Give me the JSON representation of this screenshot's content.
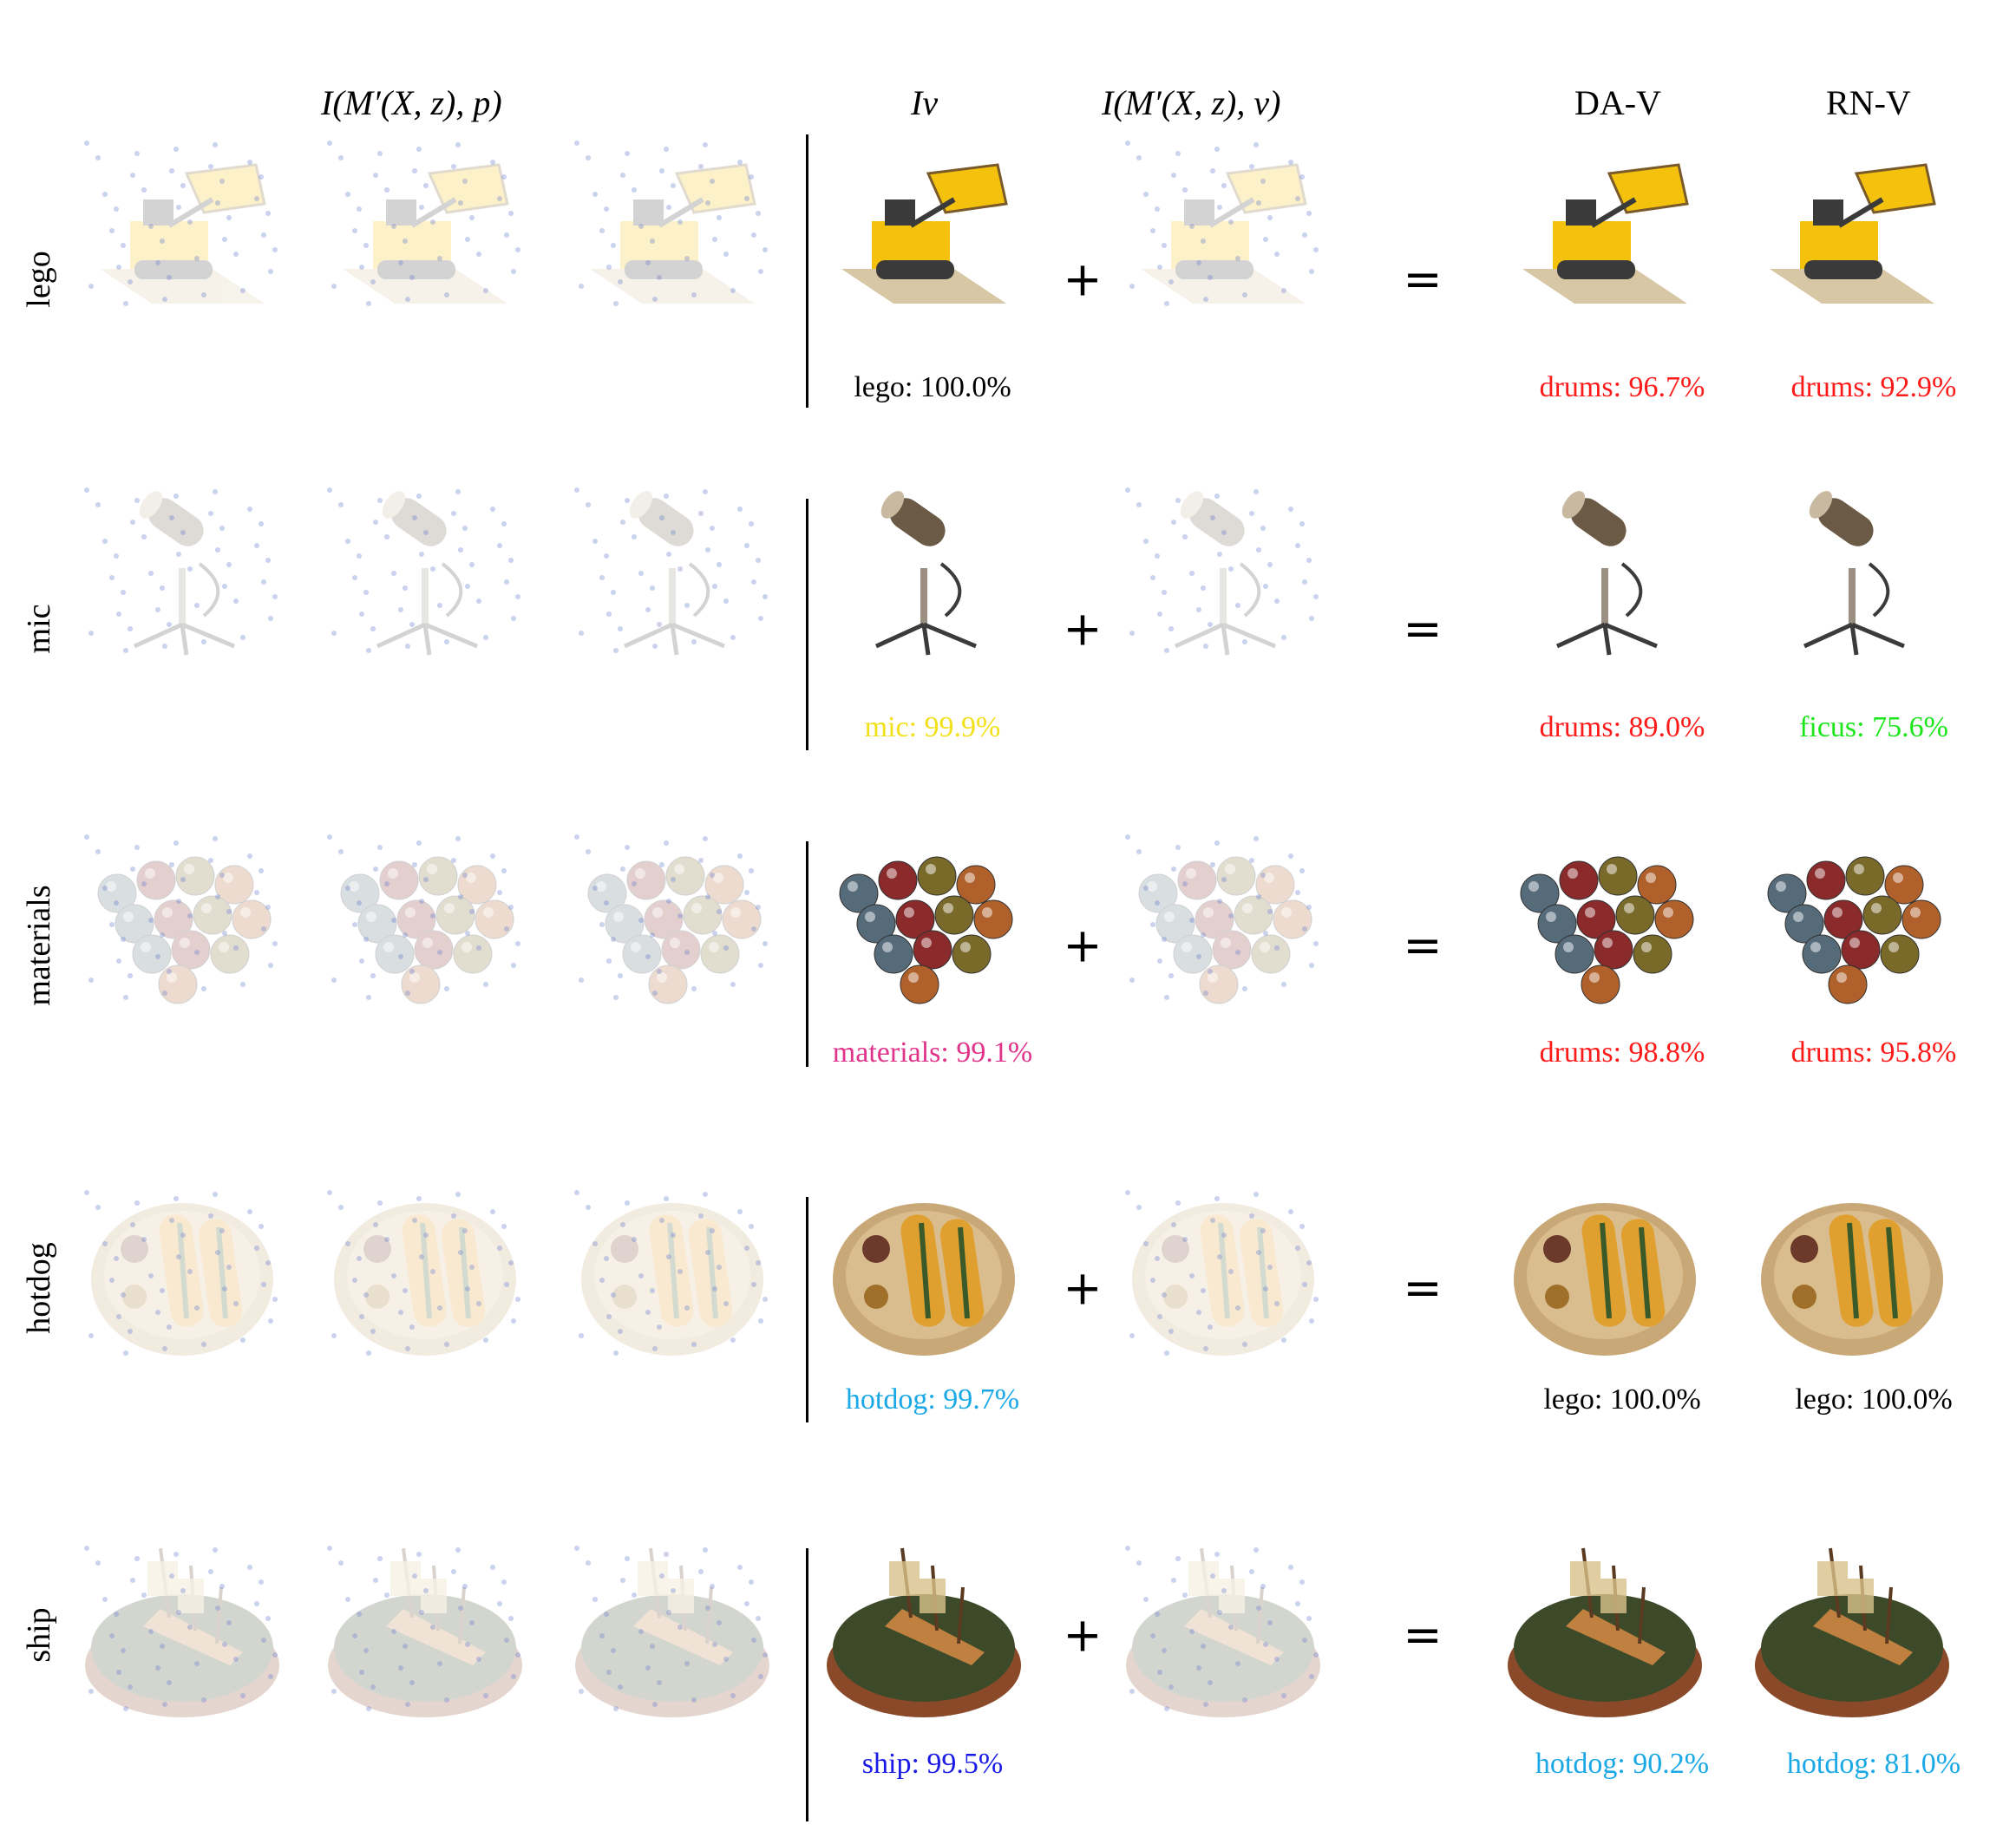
{
  "headers": {
    "render_p": "I(M′(X, z), p)",
    "input": "Iv",
    "render_v": "I(M′(X, z), v)",
    "dav": "DA-V",
    "rnv": "RN-V"
  },
  "operators": {
    "plus": "+",
    "equals": "="
  },
  "rows": [
    {
      "label": "lego",
      "input_caption": "lego: 100.0%",
      "input_color": "#000000",
      "dav_caption": "drums: 96.7%",
      "dav_color": "#ff1a1a",
      "rnv_caption": "drums: 92.9%",
      "rnv_color": "#ff1a1a",
      "object": "bulldozer-icon"
    },
    {
      "label": "mic",
      "input_caption": "mic: 99.9%",
      "input_color": "#f2e01a",
      "dav_caption": "drums: 89.0%",
      "dav_color": "#ff1a1a",
      "rnv_caption": "ficus: 75.6%",
      "rnv_color": "#1ae61a",
      "object": "microphone-icon"
    },
    {
      "label": "materials",
      "input_caption": "materials: 99.1%",
      "input_color": "#e0338a",
      "dav_caption": "drums: 98.8%",
      "dav_color": "#ff1a1a",
      "rnv_caption": "drums: 95.8%",
      "rnv_color": "#ff1a1a",
      "object": "spheres-icon"
    },
    {
      "label": "hotdog",
      "input_caption": "hotdog: 99.7%",
      "input_color": "#1aa8e6",
      "dav_caption": "lego: 100.0%",
      "dav_color": "#000000",
      "rnv_caption": "lego: 100.0%",
      "rnv_color": "#000000",
      "object": "hotdog-plate-icon"
    },
    {
      "label": "ship",
      "input_caption": "ship: 99.5%",
      "input_color": "#1a1ae6",
      "dav_caption": "hotdog: 90.2%",
      "dav_color": "#1aa8e6",
      "rnv_caption": "hotdog: 81.0%",
      "rnv_color": "#1aa8e6",
      "object": "ship-icon"
    }
  ]
}
